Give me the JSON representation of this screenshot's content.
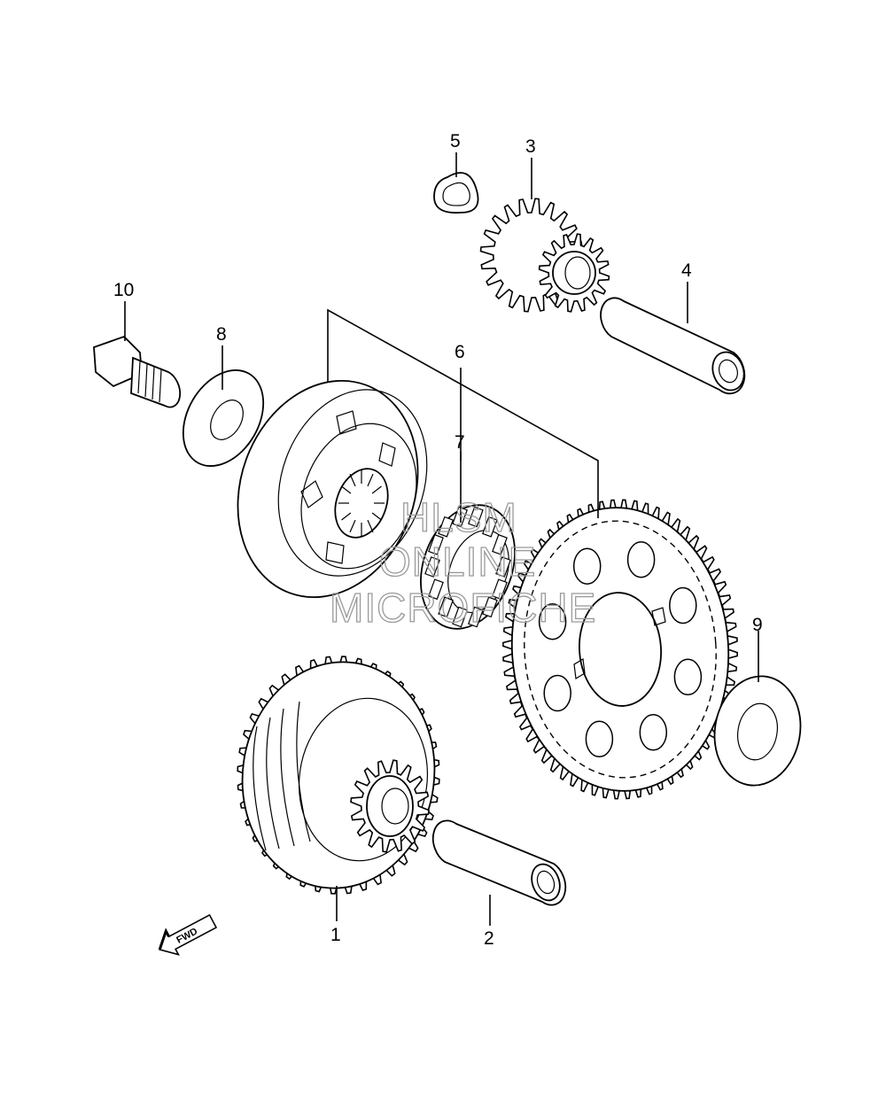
{
  "callouts": {
    "p1": "1",
    "p2": "2",
    "p3": "3",
    "p4": "4",
    "p5": "5",
    "p6": "6",
    "p7": "7",
    "p8": "8",
    "p9": "9",
    "p10": "10"
  },
  "fwd_label": "FWD",
  "watermark": {
    "line1": "HLSM",
    "line2": "ONLINE",
    "line3": "MICROFICHE"
  },
  "colors": {
    "line": "#000000",
    "background": "#ffffff",
    "watermark": "#9a9a9a"
  }
}
